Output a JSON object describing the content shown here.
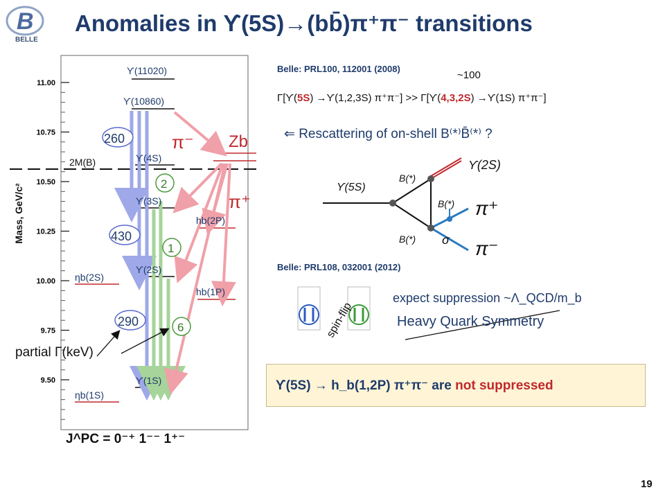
{
  "title": "Anomalies in ϒ(5S)→(bb̄)π⁺π⁻ transitions",
  "refs": {
    "prl2008": "Belle: PRL100, 112001 (2008)",
    "prl2012": "Belle: PRL108, 032001 (2012)"
  },
  "approx_factor": "~100",
  "formula": {
    "left": "Γ[ϒ(",
    "left_red": "5S",
    "middle": ") →ϒ(1,2,3S) π⁺π⁻] >> Γ[ϒ(",
    "right_red": "4,3,2S",
    "right": ") →ϒ(1S) π⁺π⁻]"
  },
  "rescattering": "⇐ Rescattering of on-shell B⁽*⁾B̄⁽*⁾ ?",
  "expect": "expect suppression ~Λ_QCD/m_b",
  "hqs": "Heavy Quark Symmetry",
  "spin_flip": "spin-flip",
  "box": {
    "lead": "ϒ(5S) → h_b(1,2P) π⁺π⁻ are ",
    "red": "not suppressed"
  },
  "page_number": "19",
  "axis": {
    "ylabel": "Mass, GeV/c²",
    "ticks": [
      "11.00",
      "10.75",
      "10.50",
      "10.25",
      "10.00",
      "9.75",
      "9.50"
    ],
    "jpc": "J^PC = 0⁻⁺   1⁻⁻   1⁺⁻"
  },
  "levels": {
    "y11020": "ϒ(11020)",
    "y10860": "ϒ(10860)",
    "y4s": "ϒ(4S)",
    "y3s": "ϒ(3S)",
    "y2s": "ϒ(2S)",
    "y1s": "ϒ(1S)",
    "etab2s": "ηb(2S)",
    "etab1s": "ηb(1S)",
    "hb2p": "hb(2P)",
    "hb1p": "hb(1P)",
    "zb": "Zb",
    "threshold": "2M(B)"
  },
  "widths": {
    "w260": "260",
    "w430": "430",
    "w290": "290",
    "n2": "2",
    "n1": "1",
    "n6": "6"
  },
  "pions": {
    "minus": "π⁻",
    "plus": "π⁺"
  },
  "partial_label": "partial Γ(keV)",
  "feynman": {
    "in": "ϒ(5S)",
    "b1": "B(*)",
    "b2": "B(*)",
    "b3": "B(*)",
    "out": "ϒ(2S)",
    "piplus": "π⁺",
    "piminus": "π⁻",
    "sigma": "σ"
  },
  "colors": {
    "title": "#1f3b6b",
    "red": "#c0282d",
    "blue_arrow": "#9fa8e8",
    "green_arrow": "#a6d49a",
    "pink_arrow": "#f0a0a8"
  }
}
